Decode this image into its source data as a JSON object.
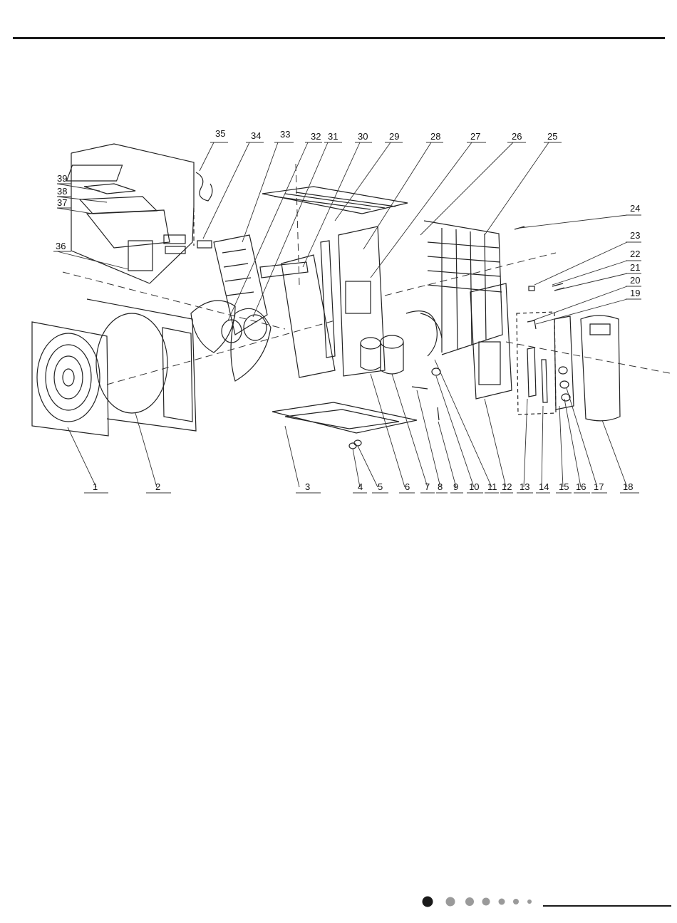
{
  "diagram": {
    "callouts_top": [
      "35",
      "34",
      "33",
      "32",
      "31",
      "30",
      "29",
      "28",
      "27",
      "26",
      "25"
    ],
    "callouts_right": [
      "24",
      "23",
      "22",
      "21",
      "20",
      "19"
    ],
    "callouts_left": [
      "39",
      "38",
      "37",
      "36"
    ],
    "callouts_bottom": [
      "1",
      "2",
      "3",
      "4",
      "5",
      "6",
      "7",
      "8",
      "9",
      "10",
      "11",
      "12",
      "13",
      "14",
      "15",
      "16",
      "17",
      "18"
    ]
  },
  "page_indicator": {
    "dots": 7,
    "active_index": 0,
    "active_color": "#1a1a1a",
    "inactive_color": "#9a9a9a"
  }
}
